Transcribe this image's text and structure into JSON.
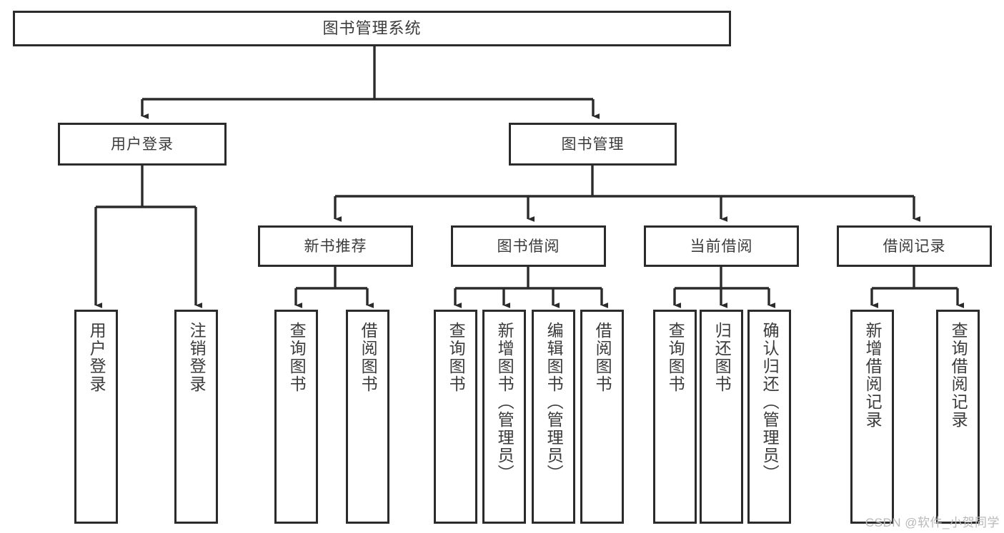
{
  "diagram": {
    "type": "tree-hierarchy",
    "title": "图书管理系统",
    "root": {
      "id": "root",
      "label": "图书管理系统"
    },
    "level1": [
      {
        "id": "user-login",
        "label": "用户登录"
      },
      {
        "id": "book-manage",
        "label": "图书管理"
      }
    ],
    "level2": [
      {
        "id": "new-book-rec",
        "label": "新书推荐",
        "parent": "book-manage"
      },
      {
        "id": "book-borrow",
        "label": "图书借阅",
        "parent": "book-manage"
      },
      {
        "id": "current-borrow",
        "label": "当前借阅",
        "parent": "book-manage"
      },
      {
        "id": "borrow-record",
        "label": "借阅记录",
        "parent": "book-manage"
      }
    ],
    "leaves": [
      {
        "id": "leaf-user-login",
        "label": "用户登录",
        "parent": "user-login"
      },
      {
        "id": "leaf-user-logout",
        "label": "注销登录",
        "parent": "user-login"
      },
      {
        "id": "leaf-rec-query-book",
        "label": "查询图书",
        "parent": "new-book-rec"
      },
      {
        "id": "leaf-rec-borrow-book",
        "label": "借阅图书",
        "parent": "new-book-rec"
      },
      {
        "id": "leaf-bb-query-book",
        "label": "查询图书",
        "parent": "book-borrow"
      },
      {
        "id": "leaf-bb-add-book",
        "label": "新增图书（管理员）",
        "parent": "book-borrow"
      },
      {
        "id": "leaf-bb-edit-book",
        "label": "编辑图书（管理员）",
        "parent": "book-borrow"
      },
      {
        "id": "leaf-bb-borrow-book",
        "label": "借阅图书",
        "parent": "book-borrow"
      },
      {
        "id": "leaf-cb-query-book",
        "label": "查询图书",
        "parent": "current-borrow"
      },
      {
        "id": "leaf-cb-return-book",
        "label": "归还图书",
        "parent": "current-borrow"
      },
      {
        "id": "leaf-cb-confirm-return",
        "label": "确认归还（管理员）",
        "parent": "current-borrow"
      },
      {
        "id": "leaf-br-add-record",
        "label": "新增借阅记录",
        "parent": "borrow-record"
      },
      {
        "id": "leaf-br-query-record",
        "label": "查询借阅记录",
        "parent": "borrow-record"
      }
    ],
    "colors": {
      "box_border": "#2b2b2b",
      "box_fill": "#ffffff",
      "text": "#3b3b3b",
      "connector": "#2b2b2b",
      "background": "#ffffff",
      "watermark": "#b9b9b9"
    }
  },
  "watermark": {
    "text": "CSDN @软件_小贺同学"
  }
}
